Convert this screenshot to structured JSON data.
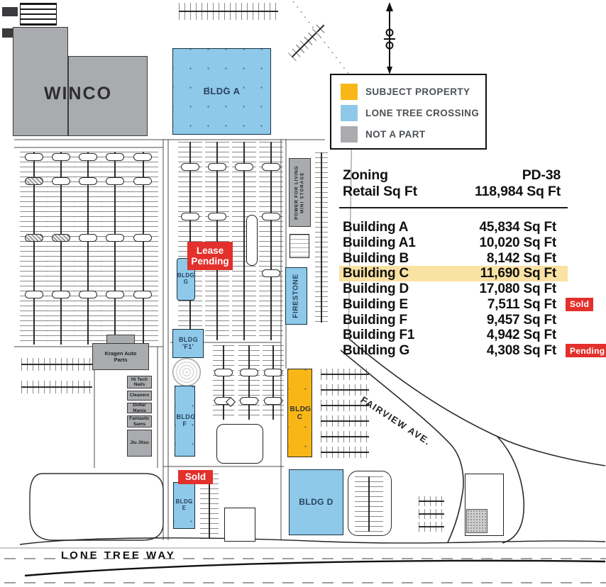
{
  "legend": {
    "items": [
      {
        "label": "SUBJECT PROPERTY",
        "color": "#F9B717"
      },
      {
        "label": "LONE TREE CROSSING",
        "color": "#8FC9EA"
      },
      {
        "label": "NOT A PART",
        "color": "#A9ABAE"
      }
    ]
  },
  "summary": {
    "zoning_label": "Zoning",
    "zoning_value": "PD-38",
    "retail_label": "Retail Sq Ft",
    "retail_value": "118,984 Sq Ft"
  },
  "buildings_table": {
    "rows": [
      {
        "name": "Building A",
        "sqft": "45,834 Sq Ft",
        "badge": ""
      },
      {
        "name": "Building A1",
        "sqft": "10,020 Sq Ft",
        "badge": ""
      },
      {
        "name": "Building B",
        "sqft": "8,142 Sq Ft",
        "badge": ""
      },
      {
        "name": "Building C",
        "sqft": "11,690 Sq Ft",
        "badge": "",
        "highlight": true
      },
      {
        "name": "Building D",
        "sqft": "17,080 Sq Ft",
        "badge": ""
      },
      {
        "name": "Building E",
        "sqft": "7,511 Sq Ft",
        "badge": "Sold"
      },
      {
        "name": "Building F",
        "sqft": "9,457 Sq Ft",
        "badge": ""
      },
      {
        "name": "Building F1",
        "sqft": "4,942 Sq Ft",
        "badge": ""
      },
      {
        "name": "Building G",
        "sqft": "4,308 Sq Ft",
        "badge": "Pending"
      }
    ]
  },
  "map": {
    "winco": "WINCO",
    "bldg_a": "BLDG A",
    "bldg_g": "BLDG G",
    "bldg_f1": "BLDG 'F1'",
    "bldg_f": "BLDG F",
    "bldg_e": "BLDG E",
    "bldg_c": "BLDG C",
    "bldg_d": "BLDG D",
    "firestone": "FIRESTONE",
    "storage_line1": "POWER FOR LIVING",
    "storage_line2": "MINI STORAGE",
    "kragen": "Kragen Auto Parts",
    "shops": [
      "Hi Tech Nails",
      "Cleaners",
      "Dollar Mania",
      "Fantastic Sams",
      "Jiu Jitsu"
    ],
    "lease_pending": "Lease Pending",
    "sold": "Sold",
    "streets": {
      "lone_tree_way": "LONE TREE WAY",
      "fairview": "FAIRVIEW AVE."
    }
  },
  "colors": {
    "subject_property": "#F9B717",
    "lone_tree_crossing": "#8FC9EA",
    "not_a_part": "#A9ABAE",
    "badge_red": "#E3302C",
    "row_highlight": "#FAE2A2"
  }
}
